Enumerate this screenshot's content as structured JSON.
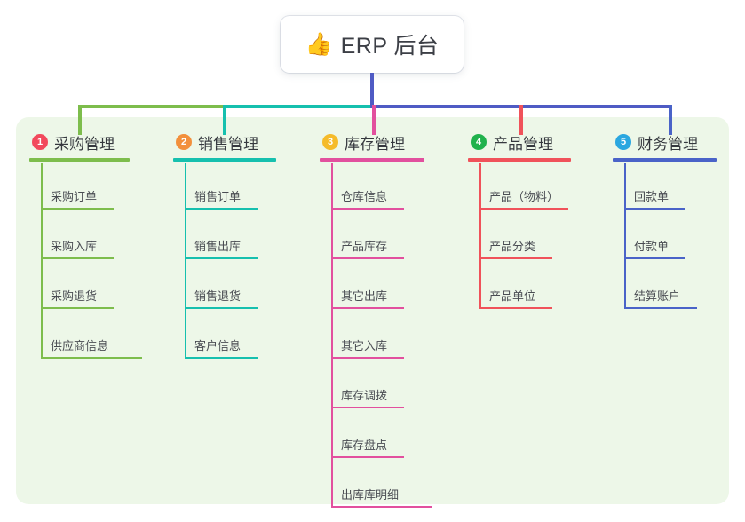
{
  "diagram": {
    "type": "mindmap-tree",
    "root": {
      "icon": "thumbs-up-icon",
      "emoji": "👍",
      "title": "ERP 后台"
    },
    "branches": [
      {
        "number": "1",
        "title": "采购管理",
        "badge_color": "#f2495c",
        "line_color": "#7dbd4c",
        "items": [
          "采购订单",
          "采购入库",
          "采购退货",
          "供应商信息"
        ]
      },
      {
        "number": "2",
        "title": "销售管理",
        "badge_color": "#f2903c",
        "line_color": "#16c0ae",
        "items": [
          "销售订单",
          "销售出库",
          "销售退货",
          "客户信息"
        ]
      },
      {
        "number": "3",
        "title": "库存管理",
        "badge_color": "#f5bb2a",
        "line_color": "#e2509e",
        "items": [
          "仓库信息",
          "产品库存",
          "其它出库",
          "其它入库",
          "库存调拨",
          "库存盘点",
          "出库库明细"
        ]
      },
      {
        "number": "4",
        "title": "产品管理",
        "badge_color": "#20b24c",
        "line_color": "#f0525a",
        "items": [
          "产品（物料）",
          "产品分类",
          "产品单位"
        ]
      },
      {
        "number": "5",
        "title": "财务管理",
        "badge_color": "#2aa7e0",
        "line_color": "#4a63c8",
        "items": [
          "回款单",
          "付款单",
          "结算账户"
        ]
      }
    ],
    "colors": {
      "panel_background": "#edf7e8",
      "page_background": "#ffffff",
      "root_stem": "#4f5bc4",
      "bus_left": "#7dbd4c",
      "bus_mid": "#16c0ae",
      "bus_right": "#4f5bc4",
      "title_text": "#35383e",
      "leaf_text": "#4a4d53"
    }
  }
}
